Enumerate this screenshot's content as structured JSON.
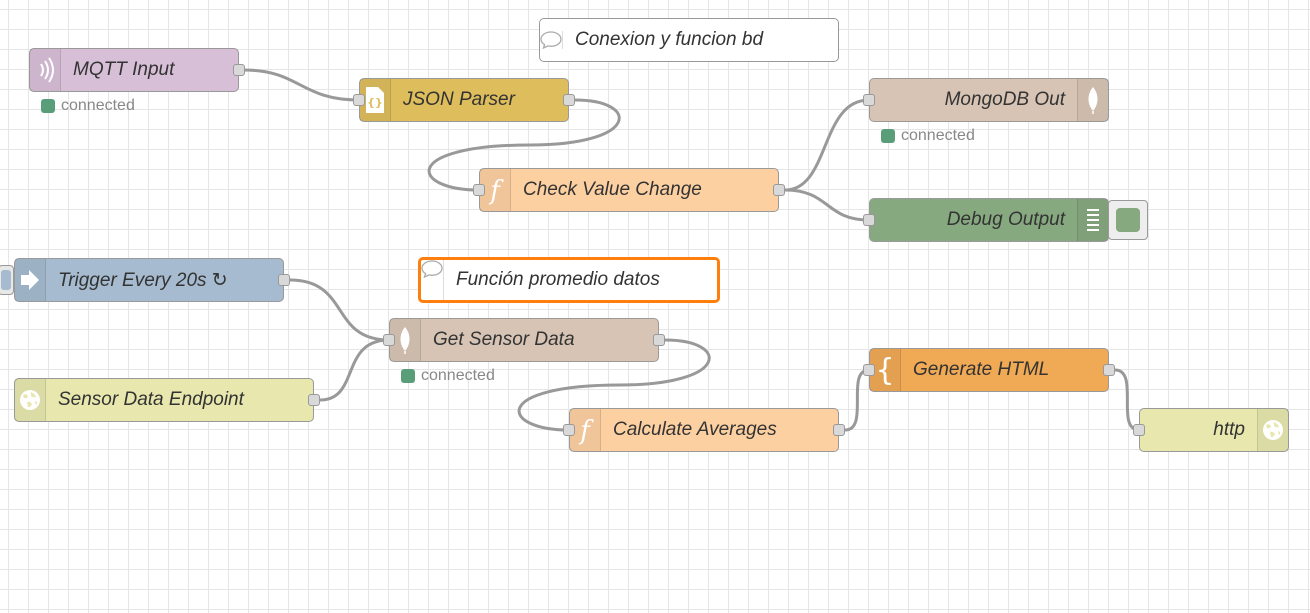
{
  "colors": {
    "mqtt": "#d8bfd8",
    "json": "#debd5c",
    "function": "#fdd0a2",
    "mongodb": "#d7c4b4",
    "debug": "#87a980",
    "inject": "#a6bbcf",
    "http": "#e7e7ae",
    "template": "#f0a955",
    "comment": "#ffffff",
    "status_connected": "#5a9e79",
    "wire": "#999999",
    "selection": "#ff7f0e"
  },
  "comments": {
    "db": {
      "label": "Conexion y funcion bd",
      "icon": "comment-icon"
    },
    "avg": {
      "label": "Función promedio datos",
      "icon": "comment-icon"
    }
  },
  "nodes": {
    "mqtt_in": {
      "label": "MQTT Input",
      "icon": "mqtt-wave-icon",
      "status": "connected"
    },
    "json_parser": {
      "label": "JSON Parser",
      "icon": "json-braces-icon"
    },
    "check_value": {
      "label": "Check Value Change",
      "icon": "function-icon"
    },
    "mongodb_out": {
      "label": "MongoDB Out",
      "icon": "mongodb-leaf-icon",
      "status": "connected"
    },
    "debug_out": {
      "label": "Debug Output",
      "icon": "debug-list-icon"
    },
    "trigger": {
      "label": "Trigger Every 20s ↻",
      "icon": "inject-arrow-icon"
    },
    "get_sensor": {
      "label": "Get Sensor Data",
      "icon": "mongodb-leaf-icon",
      "status": "connected"
    },
    "endpoint": {
      "label": "Sensor Data Endpoint",
      "icon": "globe-icon"
    },
    "calc_avg": {
      "label": "Calculate Averages",
      "icon": "function-icon"
    },
    "gen_html": {
      "label": "Generate HTML",
      "icon": "template-brace-icon"
    },
    "http_resp": {
      "label": "http",
      "icon": "globe-icon"
    }
  }
}
